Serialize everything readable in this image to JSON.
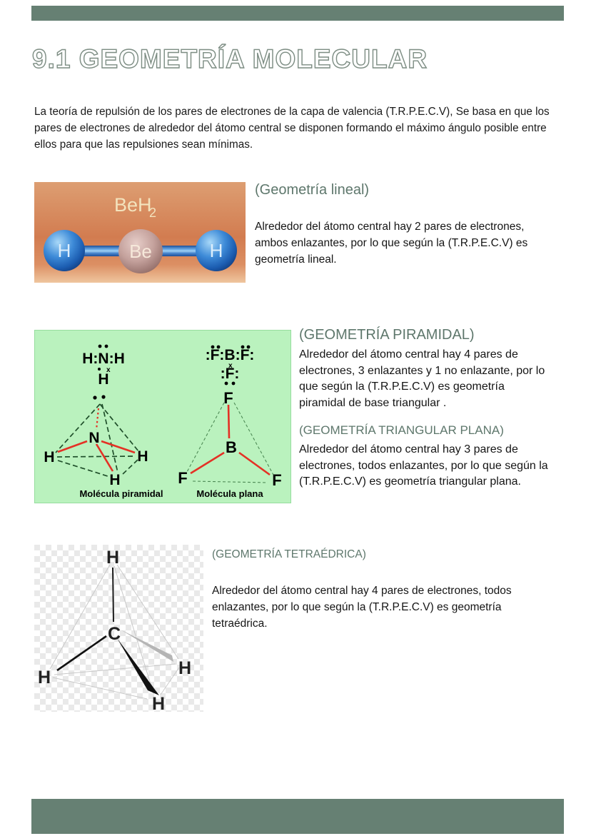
{
  "page": {
    "title": "9.1 GEOMETRÍA MOLECULAR",
    "intro": "La teoría de repulsión de los pares de electrones de la capa de valencia (T.R.P.E.C.V), Se basa en que los pares de electrones de alrededor del átomo central se disponen formando el máximo ángulo posible entre ellos para que las repulsiones sean mínimas.",
    "bar_color": "#668073",
    "heading_color": "#5e776c",
    "title_outline_color": "#7e8e84"
  },
  "sections": {
    "lineal": {
      "heading": "(Geometría lineal)",
      "body": "Alrededor del átomo central hay 2 pares de electrones, ambos enlazantes, por lo que según la (T.R.P.E.C.V) es geometría lineal."
    },
    "piramidal": {
      "heading": "(GEOMETRÍA PIRAMIDAL)",
      "body": "Alrededor del átomo central hay 4 pares de electrones, 3 enlazantes y 1 no enlazante, por lo que según la (T.R.P.E.C.V) es geometría piramidal de base triangular ."
    },
    "triangular_plana": {
      "heading": "(GEOMETRÍA TRIANGULAR PLANA)",
      "body": "Alrededor del átomo central hay 3 pares de electrones, todos enlazantes, por lo que según la (T.R.P.E.C.V) es geometría triangular plana."
    },
    "tetraedrica": {
      "heading": "(GEOMETRÍA TETRAÉDRICA)",
      "body": "Alrededor del átomo central hay 4 pares de electrones, todos enlazantes, por lo que según la (T.R.P.E.C.V) es geometría tetraédrica."
    }
  },
  "figures": {
    "beh2": {
      "formula": "BeH",
      "formula_subscript": "2",
      "atom_left": "H",
      "atom_center": "Be",
      "atom_right": "H",
      "background_color": "#d5825a",
      "hydrogen_color": "#2b72c8",
      "beryllium_color": "#c09b97"
    },
    "nh3_bf3": {
      "background_color": "#baf2be",
      "nh3_lewis_row1": "H:N:H",
      "nh3_lewis_row2": "H",
      "nh3_center": "N",
      "nh3_outer": "H",
      "caption_left": "Molécula piramidal",
      "bf3_lewis_row1": ":F:B:F:",
      "bf3_lewis_row2": ":F:",
      "bf3_center": "B",
      "bf3_outer": "F",
      "caption_right": "Molécula plana",
      "bond_color": "#e43125",
      "dash_color": "#1f4f2a"
    },
    "ch4": {
      "center": "C",
      "outer": "H"
    }
  }
}
